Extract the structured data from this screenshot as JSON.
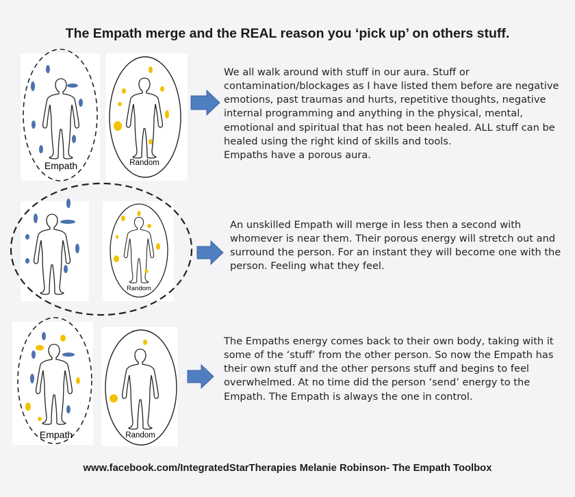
{
  "title": "The Empath merge and the REAL reason you ‘pick up’ on others stuff.",
  "panels": [
    {
      "labels": {
        "empath": "Empath",
        "random": "Random"
      },
      "text": [
        "We all walk around with stuff in our aura. Stuff or contamination/blockages as I have listed them before are negative emotions, past traumas and hurts, repetitive thoughts, negative internal programming and anything in the physical, mental, emotional and spiritual that has not been healed. ALL stuff can be healed using the right kind of skills and tools.",
        "Empaths have a porous aura."
      ]
    },
    {
      "labels": {
        "random": "Random"
      },
      "text": [
        "An unskilled Empath will merge in less then a second with whomever is near them. Their porous energy will stretch out and surround the person. For an instant they will become one with the person. Feeling what they feel."
      ]
    },
    {
      "labels": {
        "empath": "Empath",
        "random": "Random"
      },
      "text": [
        "The Empaths energy comes back to their own body, taking with it some of the ‘stuff’ from the other person. So now the Empath has their own stuff and the other persons stuff and begins to feel overwhelmed. At no time did the person ‘send’ energy to the Empath. The Empath is always the one in control."
      ]
    }
  ],
  "footer": "www.facebook.com/IntegratedStarTherapies  Melanie Robinson- The Empath Toolbox",
  "colors": {
    "blue_stuff": "#4a72b0",
    "yellow_stuff": "#f2c200",
    "arrow": "#4f7fc0"
  }
}
